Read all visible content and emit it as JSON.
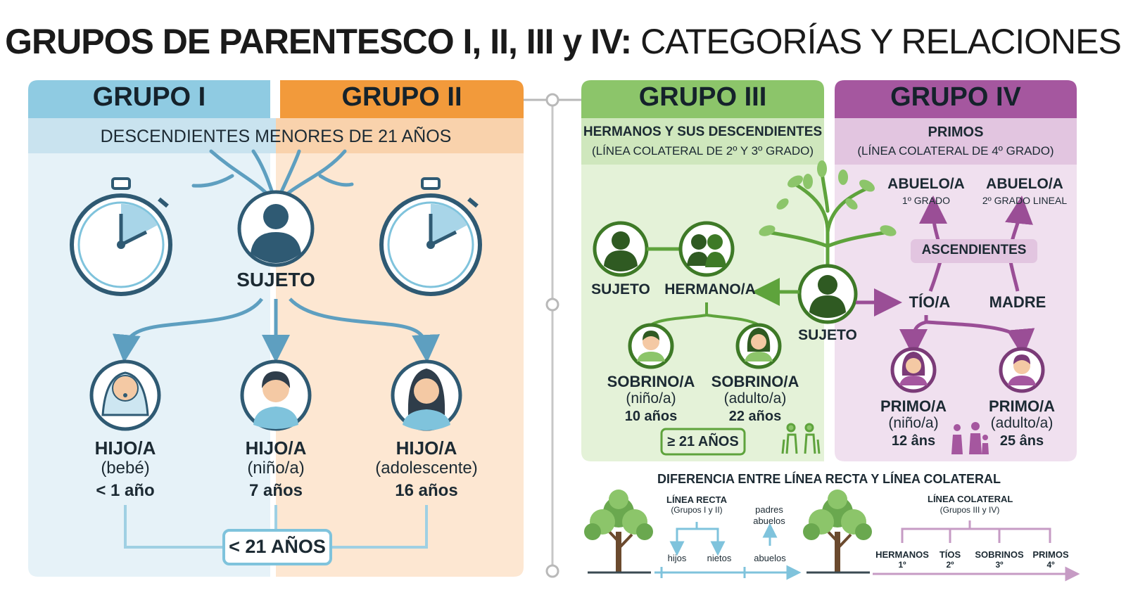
{
  "title": {
    "bold": "GRUPOS DE PARENTESCO I, II, III y IV:",
    "light": "CATEGORÍAS Y RELACIONES"
  },
  "colors": {
    "group1": "#7fc3dc",
    "group2": "#f29a3b",
    "group3": "#8cc56a",
    "group4": "#a5579f"
  },
  "group1": {
    "header": "GRUPO I"
  },
  "group2": {
    "header": "GRUPO II"
  },
  "groups12": {
    "subtitle": "DESCENDIENTES MENORES DE 21 AÑOS",
    "subject": "SUJETO",
    "children": [
      {
        "role": "HIJO/A",
        "detail": "(bebé)",
        "age": "< 1 año"
      },
      {
        "role": "HIJO/A",
        "detail": "(niño/a)",
        "age": "7 años"
      },
      {
        "role": "HIJO/A",
        "detail": "(adolescente)",
        "age": "16 años"
      }
    ],
    "limit": "< 21 AÑOS"
  },
  "group3": {
    "header": "GRUPO III",
    "subtitle": "HERMANOS Y SUS DESCENDIENTES",
    "subtitle2": "(LÍNEA COLATERAL DE 2º Y 3º GRADO)",
    "subject_left": "SUJETO",
    "sibling": "HERMANO/A",
    "subject_center": "SUJETO",
    "nephews": [
      {
        "role": "SOBRINO/A",
        "detail": "(niño/a)",
        "age": "10 años"
      },
      {
        "role": "SOBRINO/A",
        "detail": "(adulto/a)",
        "age": "22 años"
      }
    ],
    "limit": "≥ 21 AÑOS"
  },
  "group4": {
    "header": "GRUPO IV",
    "subtitle": "PRIMOS",
    "subtitle2": "(LÍNEA COLATERAL DE 4º GRADO)",
    "grand1": {
      "role": "ABUELO/A",
      "degree": "1º GRADO"
    },
    "grand2": {
      "role": "ABUELO/A",
      "degree": "2º GRADO LINEAL"
    },
    "ascendants": "ASCENDIENTES",
    "uncle": "TÍO/A",
    "mother": "MADRE",
    "cousins": [
      {
        "role": "PRIMO/A",
        "detail": "(niño/a)",
        "age": "12 âns"
      },
      {
        "role": "PRIMO/A",
        "detail": "(adulto/a)",
        "age": "25 âns"
      }
    ]
  },
  "comparison": {
    "title": "DIFERENCIA ENTRE LÍNEA RECTA Y LÍNEA COLATERAL",
    "straight": {
      "title": "LÍNEA RECTA",
      "groups": "(Grupos I y II)",
      "up": "padres abuelos",
      "down_left": "hijos",
      "down_right": "nietos",
      "right": "abuelos"
    },
    "collateral": {
      "title": "LÍNEA COLATERAL",
      "groups": "(Grupos III y IV)",
      "items": [
        {
          "label": "HERMANOS",
          "degree": "1º"
        },
        {
          "label": "TÍOS",
          "degree": "2º"
        },
        {
          "label": "SOBRINOS",
          "degree": "3º"
        },
        {
          "label": "PRIMOS",
          "degree": "4º"
        }
      ]
    }
  }
}
